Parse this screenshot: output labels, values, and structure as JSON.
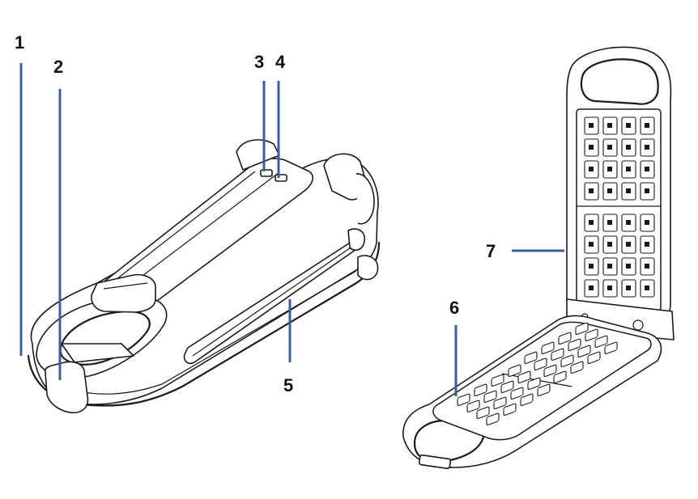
{
  "figure": {
    "callouts": [
      {
        "id": "1",
        "label": "1"
      },
      {
        "id": "2",
        "label": "2"
      },
      {
        "id": "3",
        "label": "3"
      },
      {
        "id": "4",
        "label": "4"
      },
      {
        "id": "5",
        "label": "5"
      },
      {
        "id": "6",
        "label": "6"
      },
      {
        "id": "7",
        "label": "7"
      }
    ],
    "colors": {
      "leader_line": "#3c5e9c",
      "line_art": "#1a1a1a",
      "label_text": "#111111"
    }
  }
}
